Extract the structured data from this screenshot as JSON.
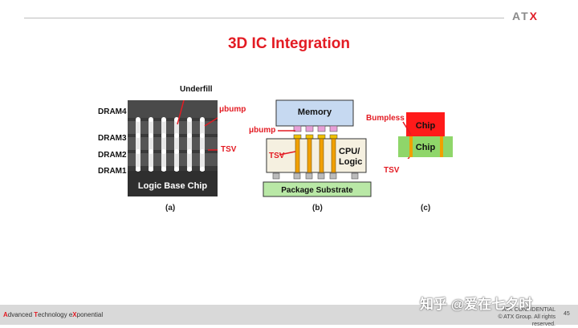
{
  "header": {
    "logo_prefix": "AT",
    "logo_x": "X"
  },
  "slide": {
    "title": "3D IC Integration"
  },
  "fig_a": {
    "layers": [
      "DRAM4",
      "DRAM3",
      "DRAM2",
      "DRAM1"
    ],
    "underfill": "Underfill",
    "ubump": "μbump",
    "tsv": "TSV",
    "base": "Logic Base Chip",
    "caption": "(a)"
  },
  "fig_b": {
    "memory": "Memory",
    "ubump": "μbump",
    "tsv": "TSV",
    "cpu_line1": "CPU/",
    "cpu_line2": "Logic",
    "substrate": "Package Substrate",
    "caption": "(b)"
  },
  "fig_c": {
    "bumpless": "Bumpless",
    "chip_top": "Chip",
    "chip_bottom": "Chip",
    "tsv": "TSV",
    "caption": "(c)"
  },
  "footer": {
    "t1a": "A",
    "t1b": "dvanced ",
    "t2a": "T",
    "t2b": "echnology ",
    "t3a": "e",
    "t3b": "X",
    "t3c": "ponential",
    "confidential": "ATX CONFIDENTIAL",
    "rights": "© ATX Group. All rights reserved.",
    "page": "45"
  },
  "watermark": "知乎 @爱在七夕时",
  "colors": {
    "accent": "#e31b23",
    "tsv": "#f0a000",
    "ubump": "#e8a0d8",
    "chip_green": "#8fd66a"
  }
}
